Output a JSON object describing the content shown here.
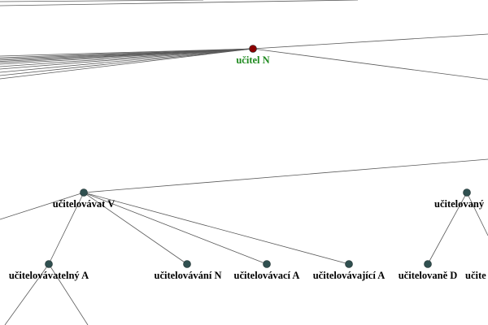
{
  "colors": {
    "edge": "#5a5a5a",
    "root_node": "#8b0000",
    "node": "#2f4f4f",
    "root_label": "#1f8a1f",
    "label": "#000000"
  },
  "diagram": {
    "nodes": {
      "ucitel": {
        "label": "učitel N"
      },
      "ucitelovavat": {
        "label": "učitelovávat V"
      },
      "ucitelovavatelny": {
        "label": "učitelovávatelný A"
      },
      "ucitelovavani": {
        "label": "učitelovávání N"
      },
      "ucitelovavaci": {
        "label": "učitelovávací A"
      },
      "ucitelovavajici": {
        "label": "učitelovávající A"
      },
      "ucitelovany": {
        "label": "učitelovaný"
      },
      "ucitelovane": {
        "label": "učitelovaně D"
      },
      "ucite": {
        "label": "učite"
      }
    }
  }
}
